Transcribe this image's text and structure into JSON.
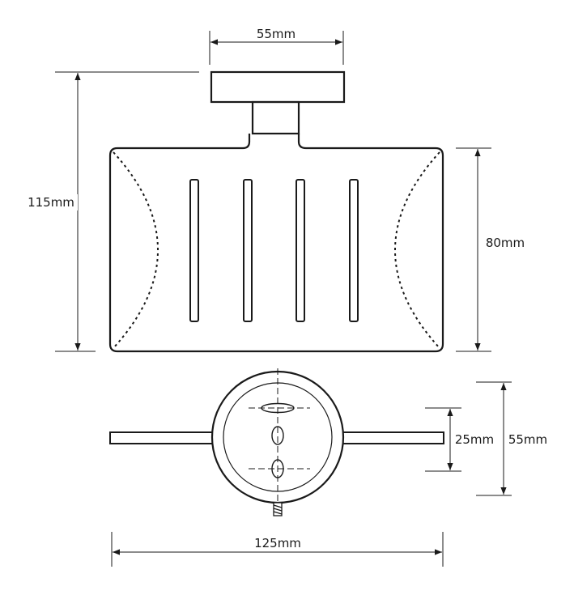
{
  "labels": {
    "top_width": "55mm",
    "total_height": "115mm",
    "tray_height": "80mm",
    "hole_spacing": "25mm",
    "base_diameter": "55mm",
    "total_width": "125mm"
  }
}
